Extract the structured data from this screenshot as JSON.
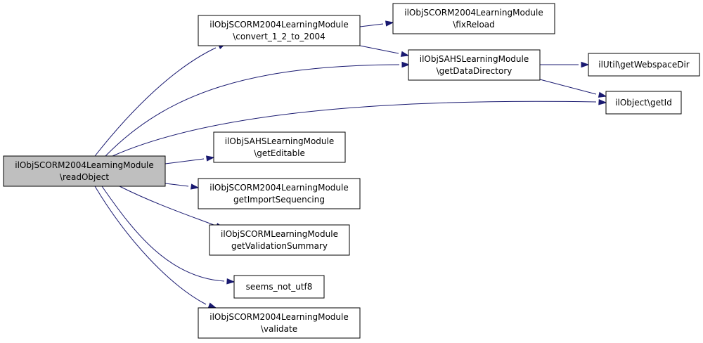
{
  "colors": {
    "root_fill": "#bfbfbf",
    "node_fill": "#ffffff",
    "edge": "#191970"
  },
  "nodes": [
    {
      "id": "root",
      "line1": "ilObjSCORM2004LearningModule",
      "line2": "\\readObject"
    },
    {
      "id": "convert",
      "line1": "ilObjSCORM2004LearningModule",
      "line2": "\\convert_1_2_to_2004"
    },
    {
      "id": "fixReload",
      "line1": "ilObjSCORM2004LearningModule",
      "line2": "\\fixReload"
    },
    {
      "id": "getDataDirectory",
      "line1": "ilObjSAHSLearningModule",
      "line2": "\\getDataDirectory"
    },
    {
      "id": "getWebspaceDir",
      "line1": "ilUtil\\getWebspaceDir",
      "line2": ""
    },
    {
      "id": "getId",
      "line1": "ilObject\\getId",
      "line2": ""
    },
    {
      "id": "getEditable",
      "line1": "ilObjSAHSLearningModule",
      "line2": "\\getEditable"
    },
    {
      "id": "getImportSequencing",
      "line1": "ilObjSCORM2004LearningModule",
      "line2": "getImportSequencing"
    },
    {
      "id": "getValidationSummary",
      "line1": "ilObjSCORMLearningModule",
      "line2": "getValidationSummary"
    },
    {
      "id": "seemsNotUtf8",
      "line1": "seems_not_utf8",
      "line2": ""
    },
    {
      "id": "validate",
      "line1": "ilObjSCORM2004LearningModule",
      "line2": "\\validate"
    }
  ],
  "edges": [
    {
      "from": "root",
      "to": "convert"
    },
    {
      "from": "root",
      "to": "getDataDirectory"
    },
    {
      "from": "root",
      "to": "getId"
    },
    {
      "from": "root",
      "to": "getEditable"
    },
    {
      "from": "root",
      "to": "getImportSequencing"
    },
    {
      "from": "root",
      "to": "getValidationSummary"
    },
    {
      "from": "root",
      "to": "seemsNotUtf8"
    },
    {
      "from": "root",
      "to": "validate"
    },
    {
      "from": "convert",
      "to": "fixReload"
    },
    {
      "from": "convert",
      "to": "getDataDirectory"
    },
    {
      "from": "getDataDirectory",
      "to": "getWebspaceDir"
    },
    {
      "from": "getDataDirectory",
      "to": "getId"
    }
  ]
}
